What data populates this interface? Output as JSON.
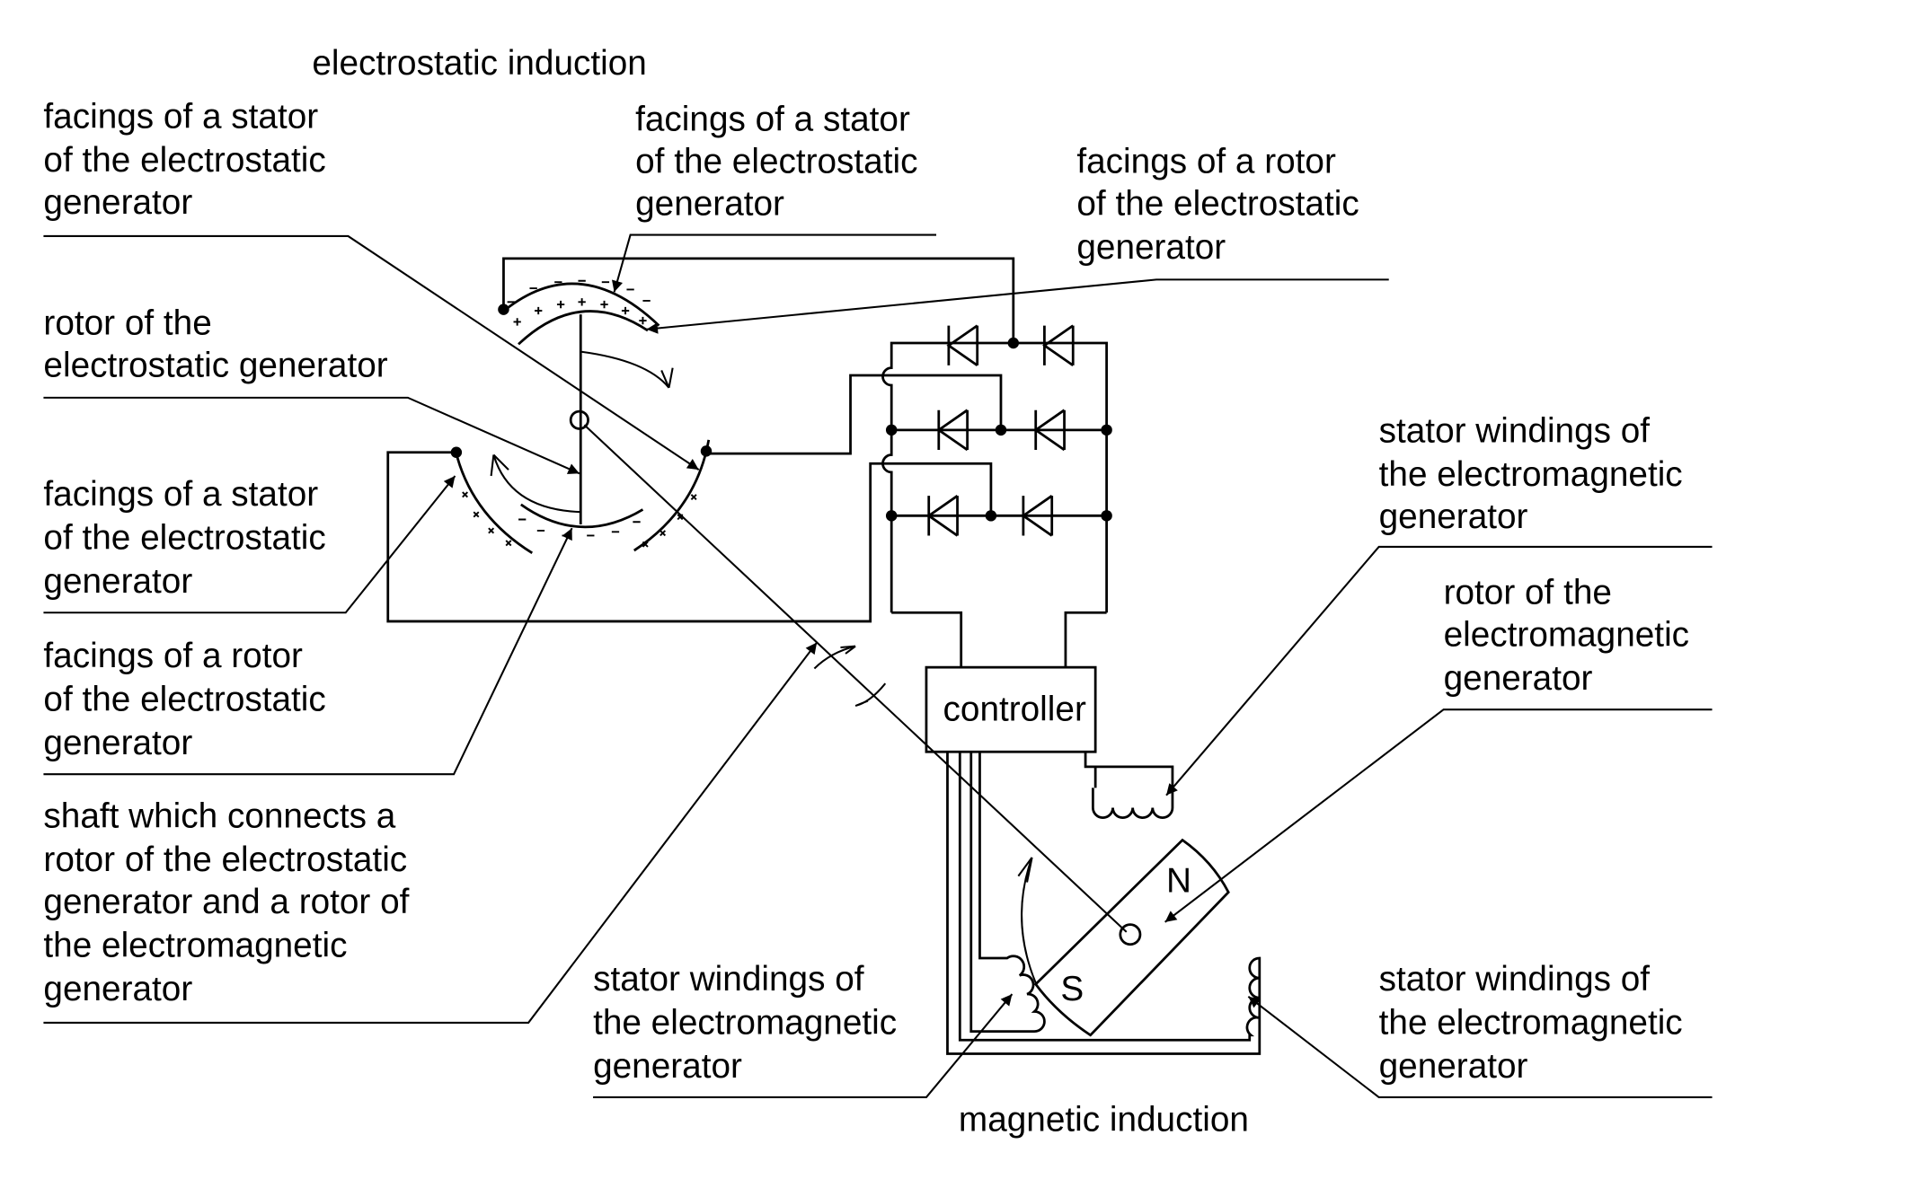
{
  "title": "electrostatic induction",
  "bottom_title": "magnetic induction",
  "controller": "controller",
  "poles": {
    "north": "N",
    "south": "S"
  },
  "labels": {
    "stator_facing_top_left": [
      "facings of a stator",
      "of the electrostatic",
      "generator"
    ],
    "stator_facing_top_mid": [
      "facings of a stator",
      "of the electrostatic",
      "generator"
    ],
    "rotor_facing_top_right": [
      "facings of a rotor",
      "of the electrostatic",
      "generator"
    ],
    "es_rotor": [
      "rotor of the",
      "electrostatic generator"
    ],
    "stator_facing_left": [
      "facings of a stator",
      "of the electrostatic",
      "generator"
    ],
    "rotor_facing_left": [
      "facings of a rotor",
      "of the electrostatic",
      "generator"
    ],
    "shaft": [
      "shaft which connects a",
      "rotor of the electrostatic",
      "generator and a rotor of",
      "the electromagnetic",
      "generator"
    ],
    "em_stator_mid": [
      "stator windings of",
      "the electromagnetic",
      "generator"
    ],
    "em_stator_right_top": [
      "stator windings of",
      "the electromagnetic",
      "generator"
    ],
    "em_rotor": [
      "rotor of the",
      "electromagnetic",
      "generator"
    ],
    "em_stator_right_bottom": [
      "stator windings of",
      "the electromagnetic",
      "generator"
    ]
  }
}
